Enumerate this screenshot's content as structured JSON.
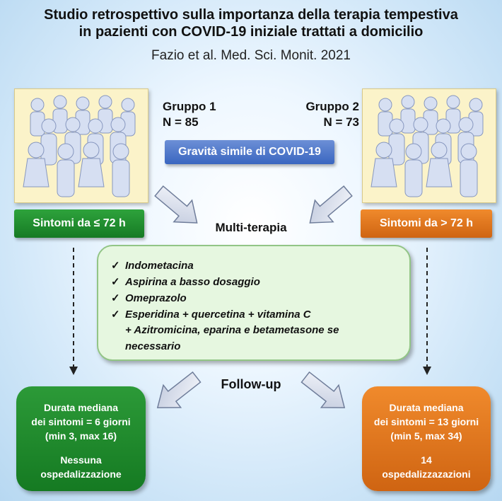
{
  "header": {
    "title_line1": "Studio retrospettivo sulla importanza della terapia tempestiva",
    "title_line2": "in pazienti con COVID-19 iniziale trattati a domicilio",
    "citation": "Fazio et al. Med. Sci. Monit. 2021"
  },
  "groups": {
    "group1": {
      "name": "Gruppo 1",
      "n": "N = 85"
    },
    "group2": {
      "name": "Gruppo 2",
      "n": "N = 73"
    }
  },
  "severity_label": "Gravità simile di COVID-19",
  "symptoms": {
    "left": "Sintomi da  ≤ 72 h",
    "right": "Sintomi da > 72 h"
  },
  "therapy": {
    "label": "Multi-terapia",
    "items": [
      "Indometacina",
      "Aspirina a basso dosaggio",
      "Omeprazolo",
      "Esperidina + quercetina + vitamina C"
    ],
    "note_line1": "+ Azitromicina, eparina e betametasone se",
    "note_line2": "necessario"
  },
  "followup_label": "Follow-up",
  "results": {
    "left": {
      "line1": "Durata mediana",
      "line2": "dei sintomi = 6 giorni",
      "line3": "(min 3, max 16)",
      "hosp_line1": "Nessuna",
      "hosp_line2": "ospedalizzazione"
    },
    "right": {
      "line1": "Durata mediana",
      "line2": "dei sintomi = 13 giorni",
      "line3": "(min 5, max 34)",
      "hosp_line1": "14",
      "hosp_line2": "ospedalizzazazioni"
    }
  },
  "icons": {
    "check": "✓",
    "people": "people-group-icon",
    "arrow": "block-arrow-icon"
  },
  "colors": {
    "green": "#1f8a2e",
    "orange": "#e0761c",
    "blue": "#3f6cc4",
    "therapy_bg": "#e6f7e0",
    "people_bg": "#fbf3c9"
  }
}
